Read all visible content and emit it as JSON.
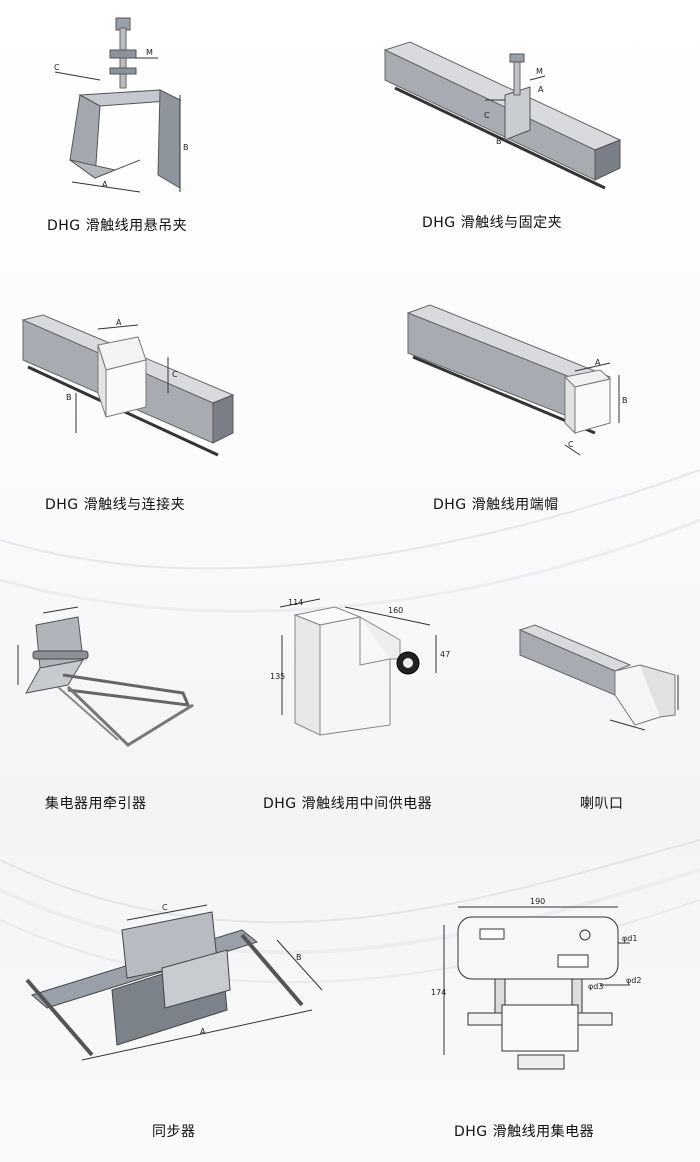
{
  "products": [
    {
      "id": "hanger",
      "caption": "DHG 滑触线用悬吊夹",
      "dims": [
        "M",
        "C",
        "B",
        "A"
      ]
    },
    {
      "id": "fixed",
      "caption": "DHG 滑触线与固定夹",
      "dims": [
        "M",
        "A",
        "C",
        "B"
      ]
    },
    {
      "id": "connector",
      "caption": "DHG 滑触线与连接夹",
      "dims": [
        "A",
        "C",
        "B"
      ]
    },
    {
      "id": "endcap",
      "caption": "DHG 滑触线用端帽",
      "dims": [
        "A",
        "B",
        "C"
      ]
    },
    {
      "id": "towing",
      "caption": "集电器用牵引器"
    },
    {
      "id": "feeder",
      "caption": "DHG 滑触线用中间供电器",
      "dims": [
        "114",
        "160",
        "47",
        "135"
      ]
    },
    {
      "id": "bellmouth",
      "caption": "喇叭口"
    },
    {
      "id": "sync",
      "caption": "同步器",
      "dims": [
        "C",
        "B",
        "A"
      ]
    },
    {
      "id": "collector",
      "caption": "DHG 滑触线用集电器",
      "dims": [
        "190",
        "174",
        "φd1",
        "φd2",
        "φd3"
      ]
    }
  ]
}
